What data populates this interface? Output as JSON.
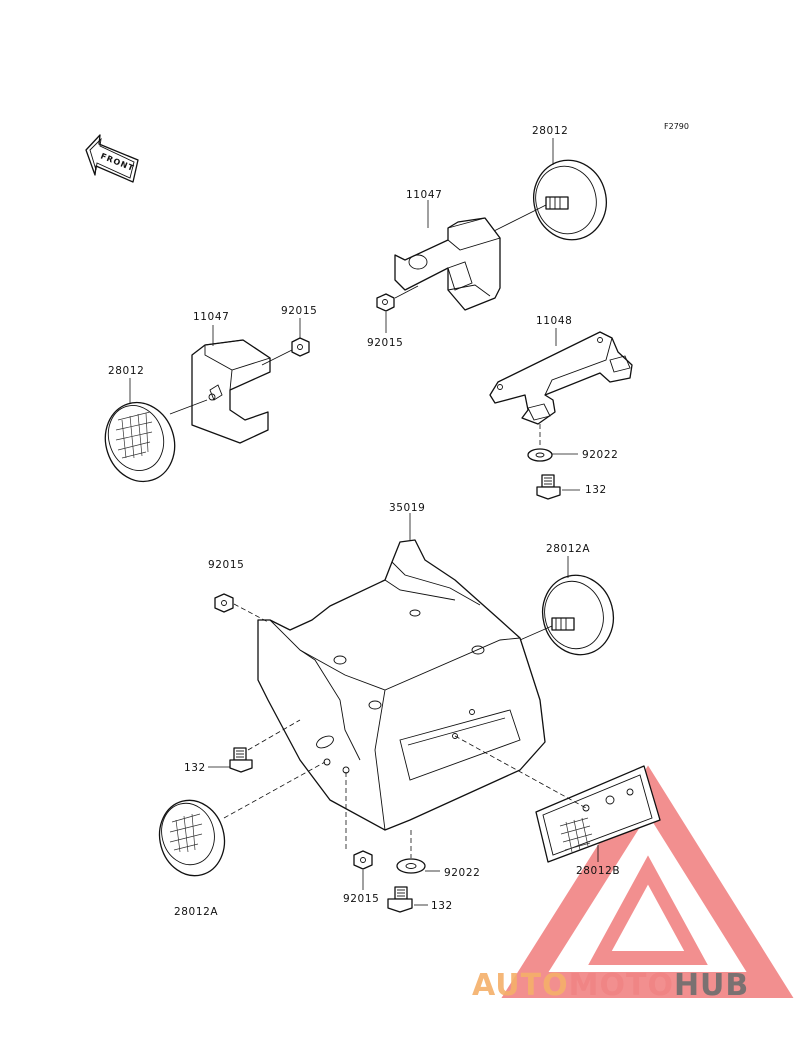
{
  "diagram": {
    "figure_code": "F2790",
    "front_arrow_text": "FRONT",
    "labels": {
      "p28012_top": "28012",
      "p11047_top": "11047",
      "p92015_top": "92015",
      "p11047_left": "11047",
      "p92015_left": "92015",
      "p28012_left": "28012",
      "p11048": "11048",
      "p92022_upper": "92022",
      "p132_upper": "132",
      "p35019": "35019",
      "p92015_mid": "92015",
      "p28012A_right": "28012A",
      "p132_left": "132",
      "p28012B": "28012B",
      "p92022_lower": "92022",
      "p92015_lower": "92015",
      "p132_lower": "132",
      "p28012A_left": "28012A"
    }
  },
  "watermark": {
    "part1": "AUTO",
    "part2": "MOTO",
    "part3": "HUB",
    "color1": "#f5b06a",
    "color2": "#f08484",
    "color3": "#6e6e6e",
    "triangle_color": "#ee6a6a"
  }
}
